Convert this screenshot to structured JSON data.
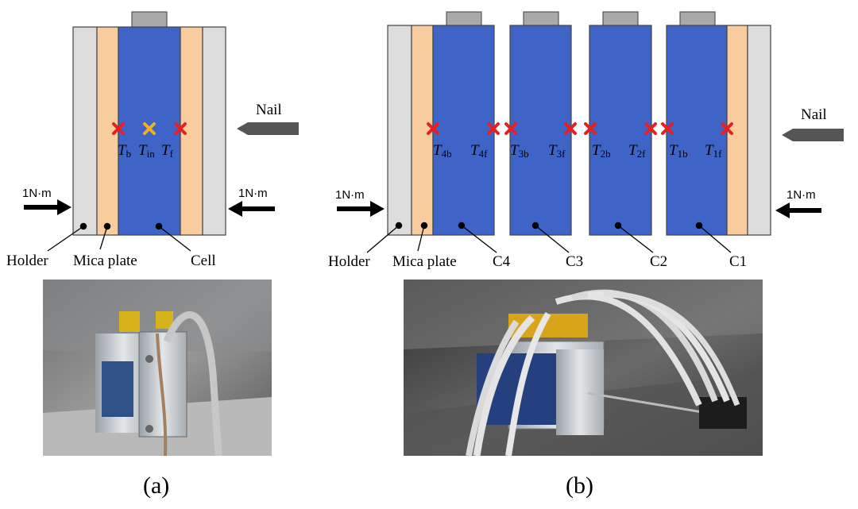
{
  "panel_a": {
    "caption": "(a)",
    "labels": {
      "holder": "Holder",
      "mica_plate": "Mica plate",
      "cell": "Cell",
      "nail": "Nail",
      "torque_left": "1N·m",
      "torque_right": "1N·m"
    },
    "thermocouples": [
      {
        "base": "T",
        "sub": "b",
        "marker_color": "#e62020"
      },
      {
        "base": "T",
        "sub": "in",
        "marker_color": "#f0b020"
      },
      {
        "base": "T",
        "sub": "f",
        "marker_color": "#e62020"
      }
    ]
  },
  "panel_b": {
    "caption": "(b)",
    "labels": {
      "holder": "Holder",
      "mica_plate": "Mica plate",
      "c4": "C4",
      "c3": "C3",
      "c2": "C2",
      "c1": "C1",
      "nail": "Nail",
      "torque_left": "1N·m",
      "torque_right": "1N·m"
    },
    "thermocouples": [
      {
        "base": "T",
        "sub": "4b"
      },
      {
        "base": "T",
        "sub": "4f"
      },
      {
        "base": "T",
        "sub": "3b"
      },
      {
        "base": "T",
        "sub": "3f"
      },
      {
        "base": "T",
        "sub": "2b"
      },
      {
        "base": "T",
        "sub": "2f"
      },
      {
        "base": "T",
        "sub": "1b"
      },
      {
        "base": "T",
        "sub": "1f"
      }
    ]
  },
  "colors": {
    "cell_blue": "#3f64c8",
    "mica_orange": "#f9cc9d",
    "holder_gray": "#dcdcdc",
    "tab_gray": "#a9a9a9",
    "marker_red": "#e62020",
    "marker_yellow": "#f0b020",
    "nail_gray": "#555555"
  }
}
